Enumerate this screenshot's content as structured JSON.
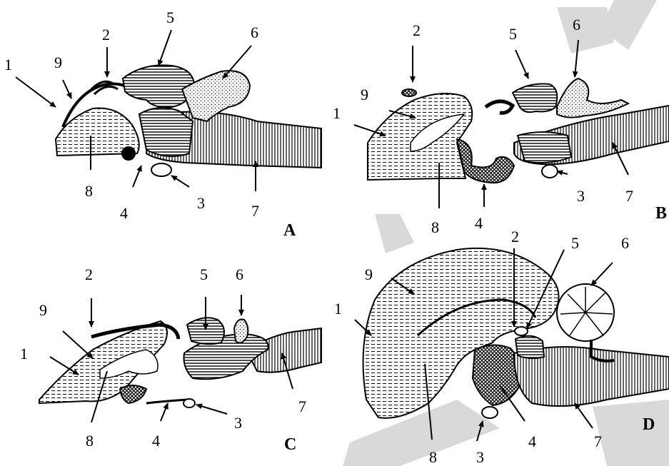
{
  "panels": {
    "a": {
      "letter": "A",
      "labels": {
        "l1": "1",
        "l2": "2",
        "l3": "3",
        "l4": "4",
        "l5": "5",
        "l6": "6",
        "l7": "7",
        "l8": "8",
        "l9": "9"
      }
    },
    "b": {
      "letter": "B",
      "labels": {
        "l1": "1",
        "l2": "2",
        "l3": "3",
        "l4": "4",
        "l5": "5",
        "l6": "6",
        "l7": "7",
        "l8": "8",
        "l9": "9"
      }
    },
    "c": {
      "letter": "C",
      "labels": {
        "l1": "1",
        "l2": "2",
        "l3": "3",
        "l4": "4",
        "l5": "5",
        "l6": "6",
        "l7": "7",
        "l8": "8",
        "l9": "9"
      }
    },
    "d": {
      "letter": "D",
      "labels": {
        "l1": "1",
        "l2": "2",
        "l3": "3",
        "l4": "4",
        "l5": "5",
        "l6": "6",
        "l7": "7",
        "l8": "8",
        "l9": "9"
      }
    }
  }
}
